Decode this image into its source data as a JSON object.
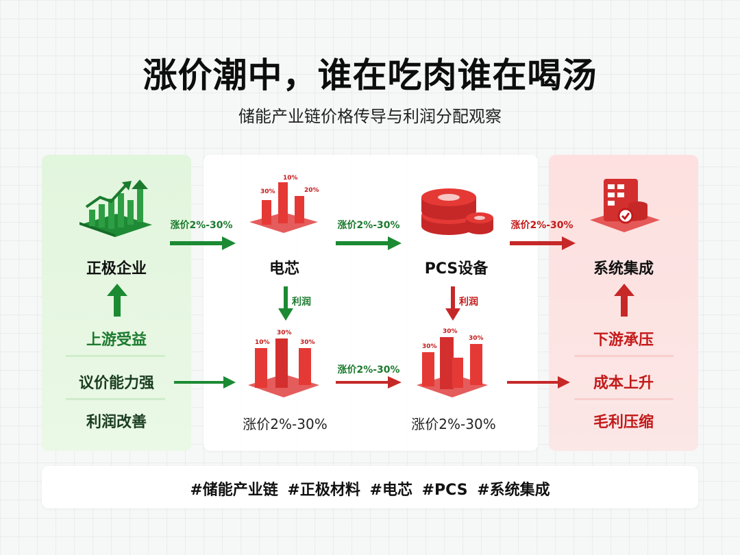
{
  "title": "涨价潮中，谁在吃肉谁在喝汤",
  "subtitle": "储能产业链价格传导与利润分配观察",
  "nodes": {
    "cathode": "正极企业",
    "cell": "电芯",
    "pcs": "PCS设备",
    "system": "系统集成"
  },
  "left_panel": {
    "upstream": "上游受益",
    "items": [
      "议价能力强",
      "利润改善"
    ]
  },
  "right_panel": {
    "downstream": "下游承压",
    "items": [
      "成本上升",
      "毛利压缩"
    ]
  },
  "arrows": {
    "a1": "涨价2%-30%",
    "a2": "涨价2%-30%",
    "a3": "涨价2%-30%",
    "a4": "涨价2%-30%"
  },
  "profit_labels": [
    "利润",
    "利润"
  ],
  "bottom_labels": [
    "涨价2%-30%",
    "涨价2%-30%"
  ],
  "icon_bar_labels": {
    "cell_top": [
      "30%",
      "10%",
      "20%"
    ],
    "cell_bottom": [
      "10%",
      "30%",
      "30%"
    ],
    "pcs_bottom": [
      "30%",
      "30%",
      "30%"
    ]
  },
  "hashtags": "#储能产业链 #正极材料 #电芯 #PCS #系统集成",
  "colors": {
    "green": "#1b7a2e",
    "red": "#c31a1a",
    "green_bg": "#e2f5dd",
    "red_bg": "#fde0df"
  }
}
